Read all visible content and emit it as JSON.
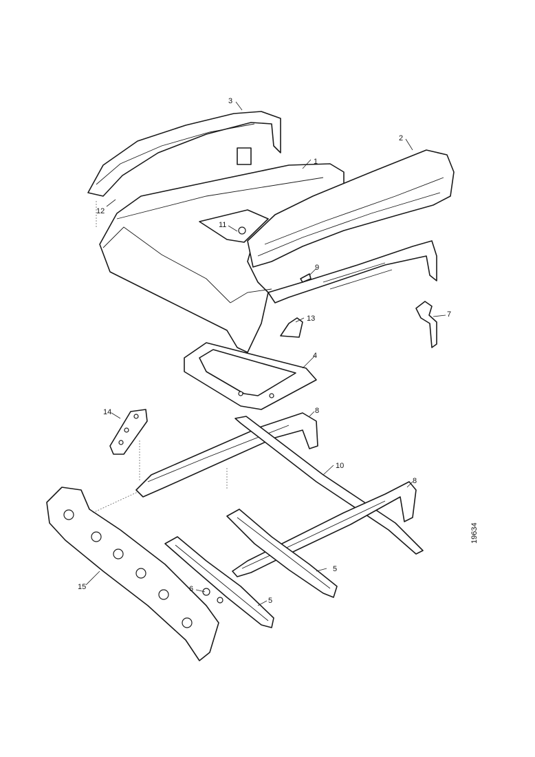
{
  "callouts": [
    "3",
    "2",
    "1",
    "12",
    "11",
    "9",
    "13",
    "7",
    "4",
    "14",
    "8",
    "10",
    "8",
    "15",
    "6",
    "5",
    "5"
  ],
  "reference_code": "19634"
}
